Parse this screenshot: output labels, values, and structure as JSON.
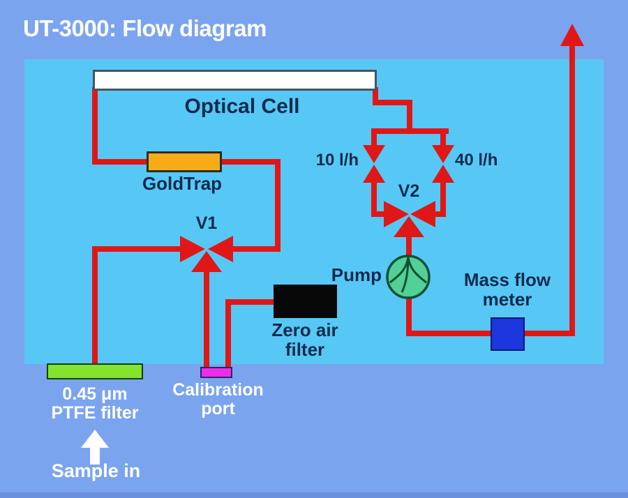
{
  "title": "UT-3000: Flow diagram",
  "colors": {
    "background": "#7ba4ef",
    "panel": "#57c8f5",
    "pipe_red": "#e01717",
    "label_navy": "#0d2b4e",
    "label_white": "#ffffff",
    "goldtrap_orange": "#f7ac17",
    "pump_green": "#53d093",
    "pump_border": "#0d5038",
    "mfm_blue": "#1b37dd",
    "cal_port_magenta": "#ef2cec",
    "ptfe_green": "#84e32c",
    "zero_air_black": "#080808",
    "bottom_edge": "#6a90de"
  },
  "components": {
    "optical_cell": {
      "label": "Optical Cell"
    },
    "gold_trap": {
      "label": "GoldTrap"
    },
    "valve_v1": {
      "label": "V1"
    },
    "valve_v2": {
      "label": "V2"
    },
    "flow_rate_left": {
      "label": "10 l/h"
    },
    "flow_rate_right": {
      "label": "40 l/h"
    },
    "pump": {
      "label": "Pump"
    },
    "mass_flow_meter": {
      "line1": "Mass flow",
      "line2": "meter"
    },
    "zero_air_filter": {
      "line1": "Zero air",
      "line2": "filter"
    },
    "ptfe_filter": {
      "line1": "0.45 μm",
      "line2": "PTFE filter"
    },
    "calibration_port": {
      "line1": "Calibration",
      "line2": "port"
    },
    "sample_in": {
      "label": "Sample in"
    }
  }
}
